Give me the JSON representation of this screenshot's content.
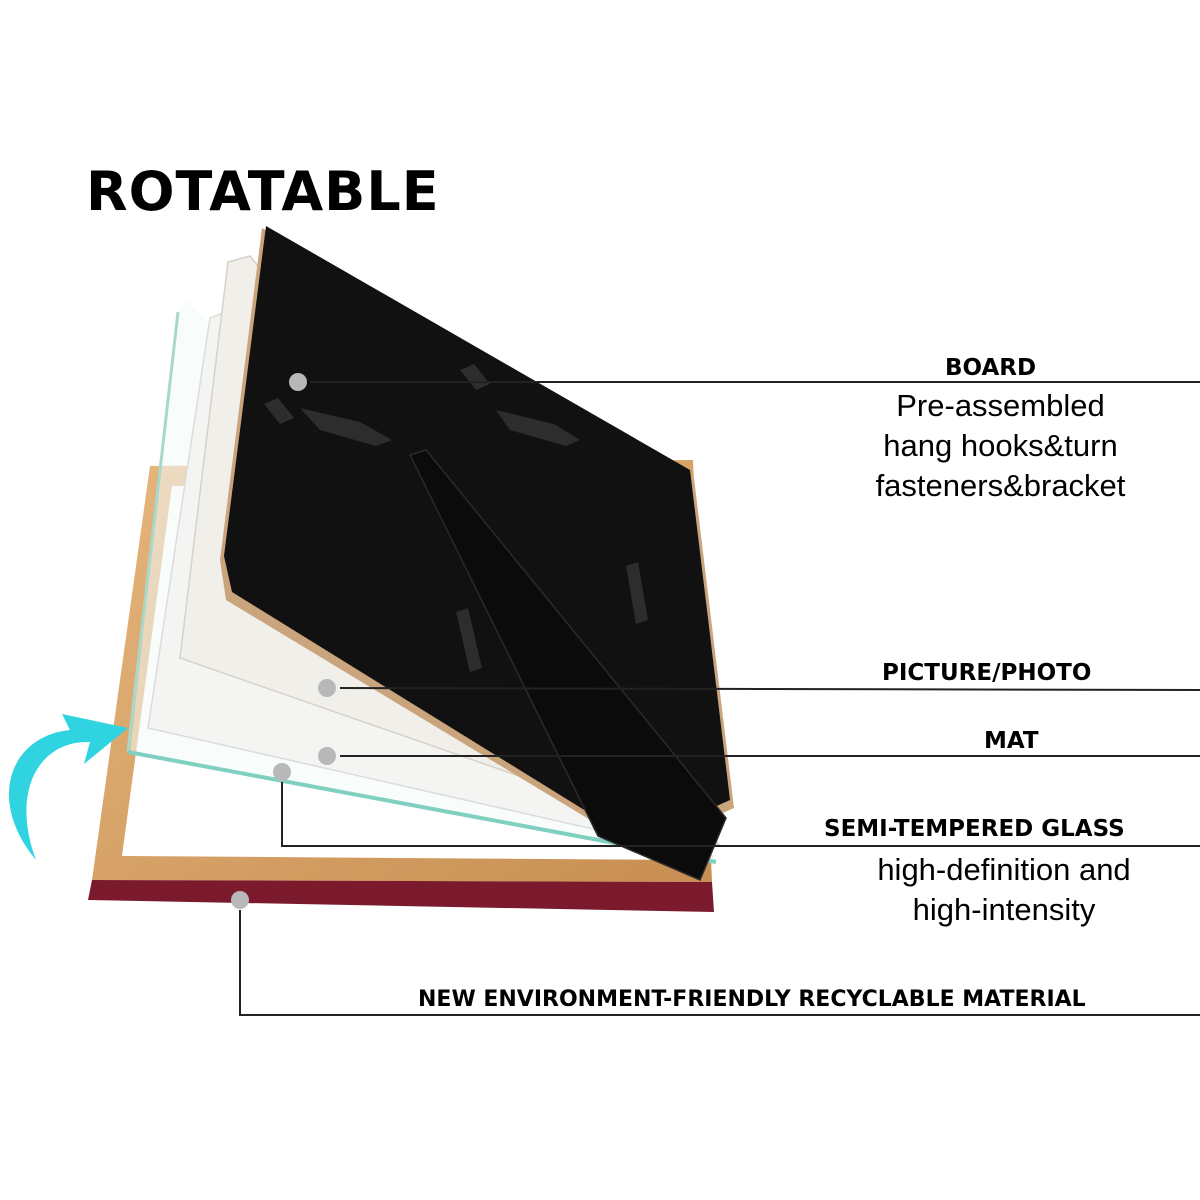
{
  "title": "ROTATABLE",
  "labels": {
    "board": {
      "heading": "BOARD",
      "lines": [
        "Pre-assembled",
        "hang hooks&turn",
        "fasteners&bracket"
      ]
    },
    "picture": {
      "heading": "PICTURE/PHOTO"
    },
    "mat": {
      "heading": "MAT"
    },
    "glass": {
      "heading": "SEMI-TEMPERED GLASS",
      "lines": [
        "high-definition and",
        "high-intensity"
      ]
    },
    "frame": {
      "heading": "NEW ENVIRONMENT-FRIENDLY RECYCLABLE MATERIAL"
    }
  },
  "colors": {
    "arrow": "#2fd4e0",
    "board": "#111111",
    "board_edge": "#c9a47c",
    "frame_gold": "#d9a86b",
    "frame_front": "#7a1a2c",
    "glass_edge": "#7fd0c0",
    "callout_dot": "#b8b8b8",
    "leader_line": "#222222"
  }
}
